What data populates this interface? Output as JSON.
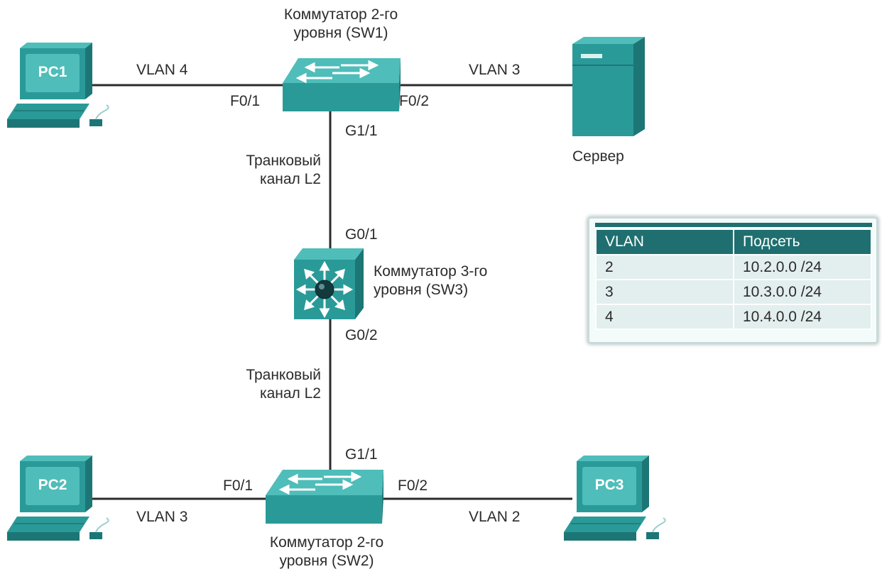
{
  "devices": {
    "sw1_label": [
      "Коммутатор 2-го",
      "уровня (SW1)"
    ],
    "sw2_label": [
      "Коммутатор 2-го",
      "уровня (SW2)"
    ],
    "sw3_label": [
      "Коммутатор 3-го",
      "уровня (SW3)"
    ],
    "server_label": "Сервер",
    "pc1": "PC1",
    "pc2": "PC2",
    "pc3": "PC3"
  },
  "links": {
    "pc1_vlan": "VLAN 4",
    "server_vlan": "VLAN 3",
    "pc2_vlan": "VLAN 3",
    "pc3_vlan": "VLAN 2",
    "trunk_top": [
      "Транковый",
      "канал L2"
    ],
    "trunk_bottom": [
      "Транковый",
      "канал L2"
    ]
  },
  "ports": {
    "sw1_f01": "F0/1",
    "sw1_f02": "F0/2",
    "sw1_g11": "G1/1",
    "sw3_g01": "G0/1",
    "sw3_g02": "G0/2",
    "sw2_g11": "G1/1",
    "sw2_f01": "F0/1",
    "sw2_f02": "F0/2"
  },
  "vlan_table": {
    "headers": [
      "VLAN",
      "Подсеть"
    ],
    "rows": [
      [
        "2",
        "10.2.0.0 /24"
      ],
      [
        "3",
        "10.3.0.0 /24"
      ],
      [
        "4",
        "10.4.0.0 /24"
      ]
    ]
  },
  "colors": {
    "device_teal": "#2a9a98",
    "device_dark": "#1d7676",
    "link": "#2b2b2b",
    "table_header": "#1f6f70"
  }
}
